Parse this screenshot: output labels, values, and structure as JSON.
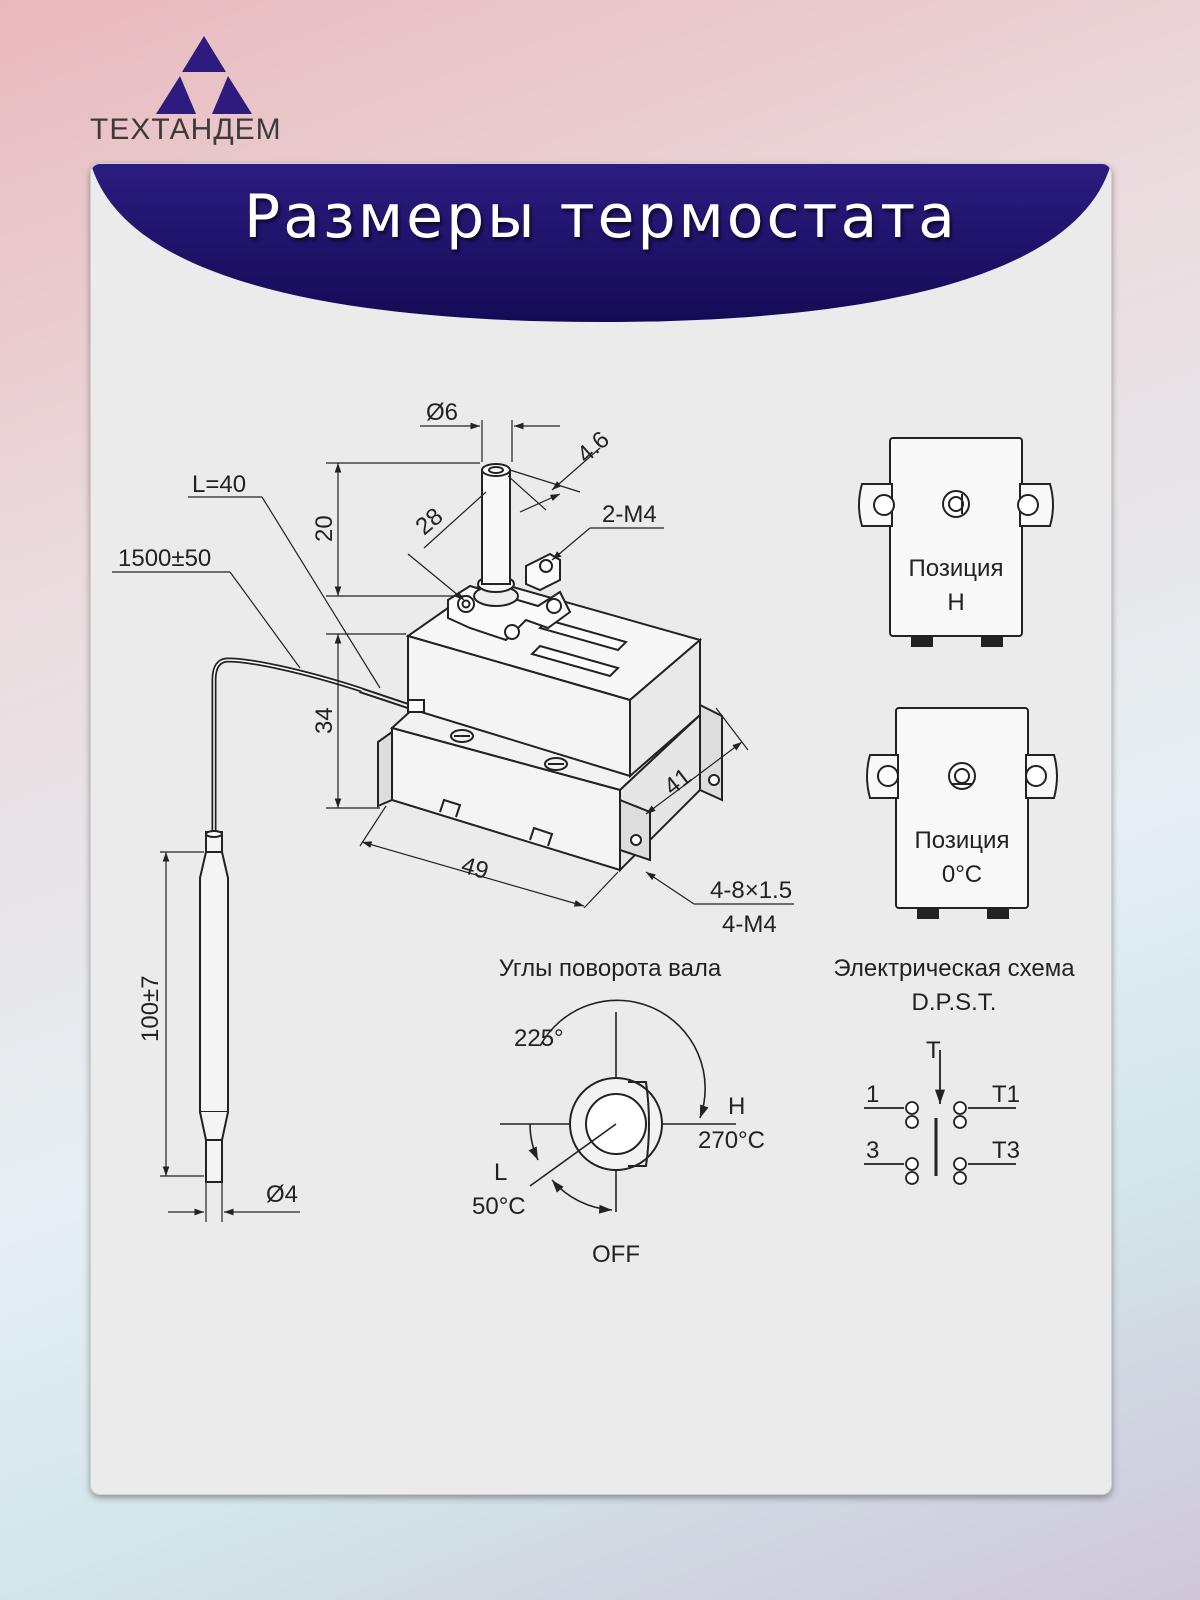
{
  "brand": {
    "name": "ТЕХТАНДЕМ",
    "color": "#2e1b7e"
  },
  "title": "Размеры термостата",
  "banner_color": "#1c0f68",
  "dimensions": {
    "shaft_diameter": "Ø6",
    "flat": "4.6",
    "shaft_height": "20",
    "shaft_offset": "28",
    "top_holes": "2-M4",
    "tube_length": "L=40",
    "capillary": "1500±50",
    "body_height": "34",
    "depth": "41",
    "width": "49",
    "mount_slot": "4-8×1.5",
    "mount_thread": "4-M4",
    "bulb_length": "100±7",
    "bulb_diameter": "Ø4"
  },
  "positions": {
    "h": {
      "label": "Позиция",
      "value": "H"
    },
    "zero": {
      "label": "Позиция",
      "value": "0°C"
    }
  },
  "rotation": {
    "heading": "Углы поворота вала",
    "angle_total": "225°",
    "h_label": "H",
    "h_temp": "270°C",
    "l_label": "L",
    "l_temp": "50°C",
    "off": "OFF"
  },
  "schematic": {
    "heading": "Электрическая схема",
    "type": "D.P.S.T.",
    "t": "T",
    "pin1": "1",
    "pin3": "3",
    "t1": "T1",
    "t3": "T3"
  }
}
